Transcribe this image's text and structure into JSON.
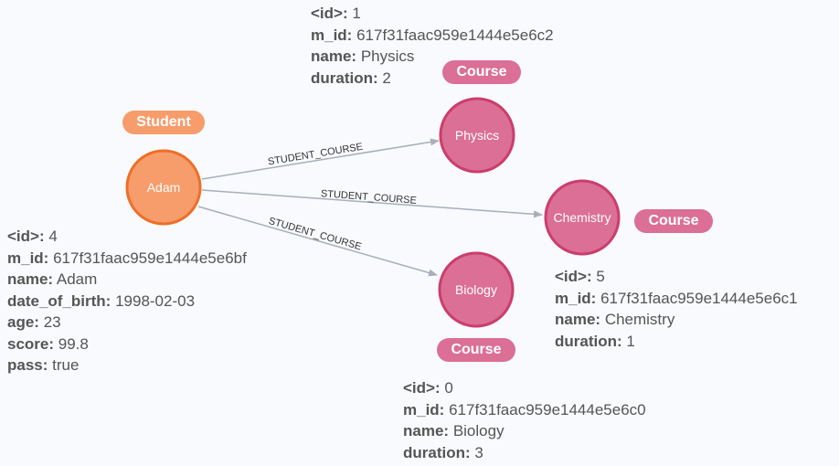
{
  "colors": {
    "student_fill": "#f79c6b",
    "student_stroke": "#ee6f28",
    "course_fill": "#db6f95",
    "course_stroke": "#cc3d6c",
    "edge": "#a9aeb8",
    "text": "#555555"
  },
  "nodes": {
    "adam": {
      "label": "Student",
      "name": "Adam",
      "props": [
        {
          "key": "<id>:",
          "value": "4"
        },
        {
          "key": "m_id:",
          "value": "617f31faac959e1444e5e6bf"
        },
        {
          "key": "name:",
          "value": "Adam"
        },
        {
          "key": "date_of_birth:",
          "value": "1998-02-03"
        },
        {
          "key": "age:",
          "value": "23"
        },
        {
          "key": "score:",
          "value": "99.8"
        },
        {
          "key": "pass:",
          "value": "true"
        }
      ]
    },
    "physics": {
      "label": "Course",
      "name": "Physics",
      "props": [
        {
          "key": "<id>:",
          "value": "1"
        },
        {
          "key": "m_id:",
          "value": "617f31faac959e1444e5e6c2"
        },
        {
          "key": "name:",
          "value": "Physics"
        },
        {
          "key": "duration:",
          "value": "2"
        }
      ]
    },
    "chemistry": {
      "label": "Course",
      "name": "Chemistry",
      "props": [
        {
          "key": "<id>:",
          "value": "5"
        },
        {
          "key": "m_id:",
          "value": "617f31faac959e1444e5e6c1"
        },
        {
          "key": "name:",
          "value": "Chemistry"
        },
        {
          "key": "duration:",
          "value": "1"
        }
      ]
    },
    "biology": {
      "label": "Course",
      "name": "Biology",
      "props": [
        {
          "key": "<id>:",
          "value": "0"
        },
        {
          "key": "m_id:",
          "value": "617f31faac959e1444e5e6c0"
        },
        {
          "key": "name:",
          "value": "Biology"
        },
        {
          "key": "duration:",
          "value": "3"
        }
      ]
    }
  },
  "edges": {
    "to_physics": {
      "label": "STUDENT_COURSE"
    },
    "to_chemistry": {
      "label": "STUDENT_COURSE"
    },
    "to_biology": {
      "label": "STUDENT_COURSE"
    }
  }
}
